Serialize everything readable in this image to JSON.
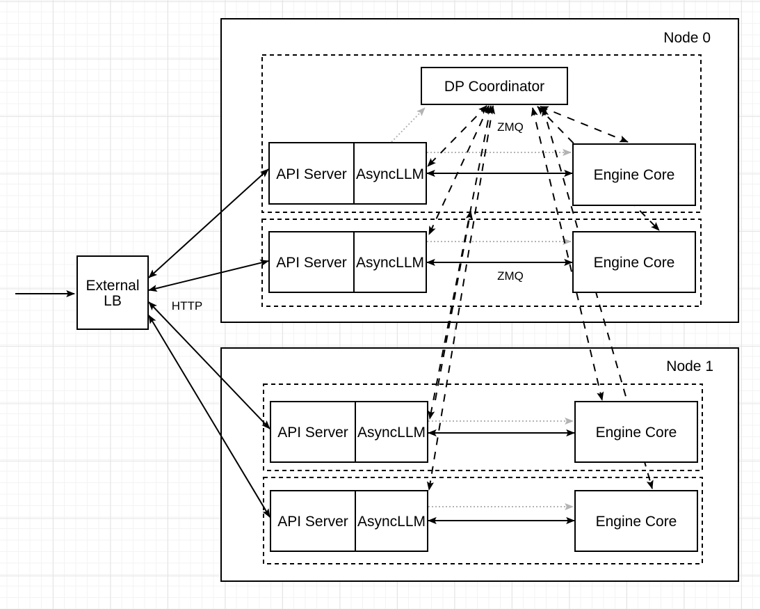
{
  "diagram": {
    "external_lb": {
      "lines": [
        "External",
        "LB"
      ]
    },
    "labels": {
      "http": "HTTP",
      "zmq_coordinator": "ZMQ",
      "zmq_engine": "ZMQ"
    },
    "nodes": [
      {
        "label": "Node 0"
      },
      {
        "label": "Node 1"
      }
    ],
    "dp_coordinator": {
      "label": "DP Coordinator"
    },
    "ranks": [
      {
        "api_server": "API Server",
        "async_llm": "AsyncLLM",
        "engine_core": "Engine Core"
      },
      {
        "api_server": "API Server",
        "async_llm": "AsyncLLM",
        "engine_core": "Engine Core"
      },
      {
        "api_server": "API Server",
        "async_llm": "AsyncLLM",
        "engine_core": "Engine Core"
      },
      {
        "api_server": "API Server",
        "async_llm": "AsyncLLM",
        "engine_core": "Engine Core"
      }
    ],
    "colors": {
      "stroke": "#000000",
      "dotted_arrow_gray": "#b3b3b3",
      "box_fill": "#ffffff",
      "grid_minor": "#f3f3f3",
      "grid_major": "#e4e4e4"
    }
  }
}
